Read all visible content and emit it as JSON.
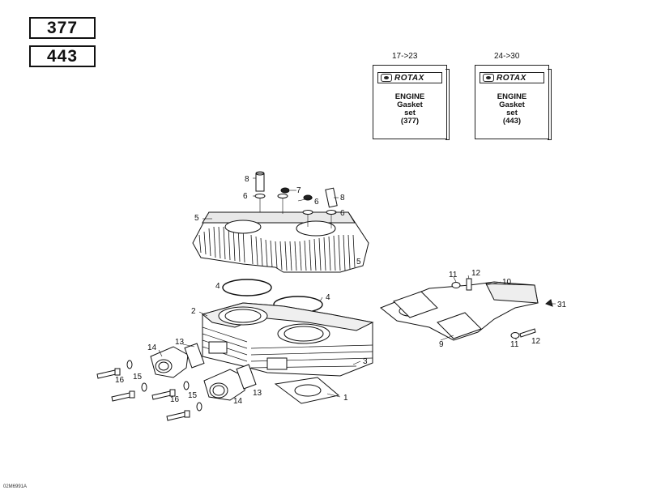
{
  "models": [
    "377",
    "443"
  ],
  "kits": [
    {
      "range": "17->23",
      "brand": "ROTAX",
      "lines": [
        "ENGINE",
        "Gasket",
        "set",
        "(377)"
      ]
    },
    {
      "range": "24->30",
      "brand": "ROTAX",
      "lines": [
        "ENGINE",
        "Gasket",
        "set",
        "(443)"
      ]
    }
  ],
  "callouts": {
    "c1": "1",
    "c2": "2",
    "c3": "3",
    "c4a": "4",
    "c4b": "4",
    "c5a": "5",
    "c5b": "5",
    "c6a": "6",
    "c6b": "6",
    "c6c": "6",
    "c7": "7",
    "c8a": "8",
    "c8b": "8",
    "c9": "9",
    "c10": "10",
    "c11a": "11",
    "c11b": "11",
    "c12a": "12",
    "c12b": "12",
    "c13a": "13",
    "c13b": "13",
    "c14a": "14",
    "c14b": "14",
    "c15a": "15",
    "c15b": "15",
    "c16a": "16",
    "c16b": "16",
    "c31": "31"
  },
  "reference_code": "02M6991A"
}
